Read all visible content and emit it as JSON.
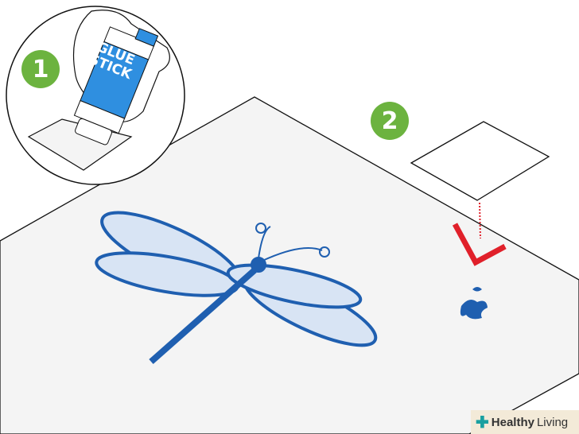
{
  "steps": {
    "step1": "1",
    "step2": "2"
  },
  "glue_stick": {
    "line1": "GLUE",
    "line2": "STICK"
  },
  "watermark": {
    "brand_bold": "Healthy",
    "brand_light": "Living"
  },
  "colors": {
    "green": "#6cb33f",
    "blue": "#1f5fb0",
    "glue_blue": "#2f8fe0",
    "red": "#e0202a"
  }
}
